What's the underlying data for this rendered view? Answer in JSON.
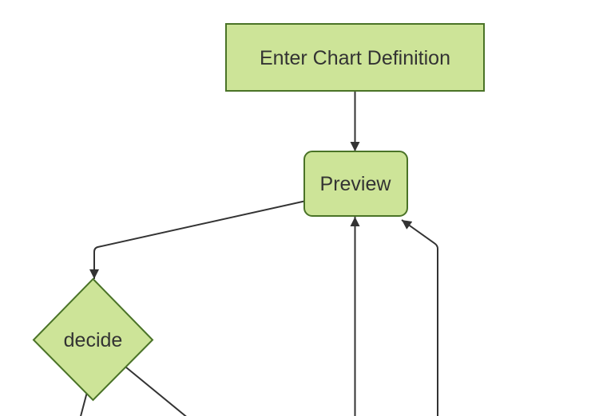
{
  "diagram": {
    "kind": "flowchart",
    "direction": "top-down",
    "colors": {
      "background": "#ffffff",
      "node_fill": "#cde498",
      "node_stroke": "#4a7327",
      "edge": "#333333",
      "label": "#333333"
    },
    "nodes": [
      {
        "id": "enter-chart-definition",
        "label": "Enter Chart Definition",
        "shape": "rectangle"
      },
      {
        "id": "preview",
        "label": "Preview",
        "shape": "rounded-rectangle"
      },
      {
        "id": "decide",
        "label": "decide",
        "shape": "diamond"
      }
    ],
    "edges": [
      {
        "from": "enter-chart-definition",
        "to": "preview",
        "arrowhead": true
      },
      {
        "from": "preview",
        "to": "decide",
        "arrowhead": true
      },
      {
        "from": "decide",
        "to": "offscreen-bottom-left",
        "arrowhead": false
      },
      {
        "from": "decide",
        "to": "offscreen-bottom-right",
        "arrowhead": false
      },
      {
        "from": "offscreen-bottom",
        "to": "preview",
        "arrowhead": true
      },
      {
        "from": "offscreen-bottom-far-right",
        "to": "preview",
        "arrowhead": true
      }
    ]
  }
}
